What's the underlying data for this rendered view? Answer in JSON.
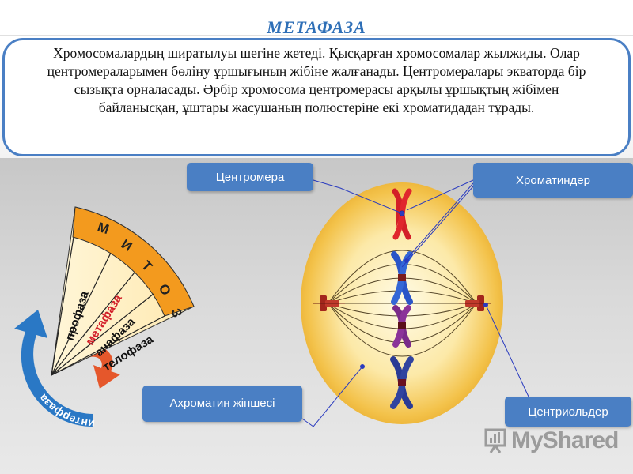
{
  "title": "МЕТАФАЗА",
  "description": "Хромосомалардың ширатылуы шегіне жетеді. Қысқарған хромосомалар жылжиды. Олар центромераларымен бөліну ұршығының жібіне жалғанады. Центромералары экваторда бір сызықта орналасады. Әрбір хромосома центромерасы арқылы ұршықтың жібімен байланысқан, ұштары жасушаның полюстеріне екі хроматидадан тұрады.",
  "labels": {
    "centromere": "Центромера",
    "chromatids": "Хроматиндер",
    "achromatin": "Ахроматин жіпшесі",
    "centrioles": "Центриольдер"
  },
  "mitosis_wheel": {
    "outer_letters": [
      "М",
      "И",
      "Т",
      "О",
      "З"
    ],
    "phases": [
      "профаза",
      "метафаза",
      "анафаза",
      "телофаза"
    ],
    "interphase": "интерфаза"
  },
  "watermark": "MyShared",
  "colors": {
    "title": "#2e6fb7",
    "accent": "#4a7fc4",
    "cell": "#f3c24a",
    "chromosome_red": "#d32027",
    "chromosome_blue": "#2a55c8",
    "chromosome_purple": "#7a2b8a",
    "chromosome_navy": "#2a3b95"
  }
}
